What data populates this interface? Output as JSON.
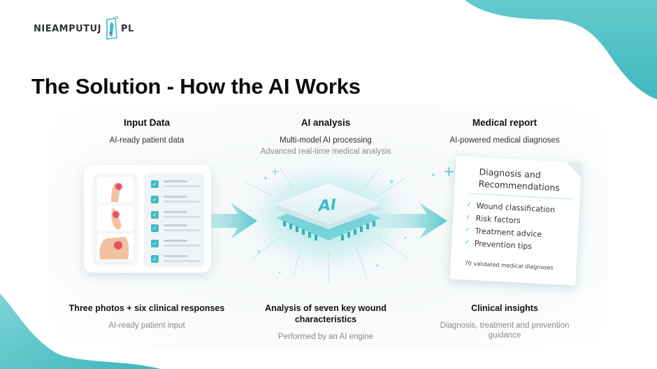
{
  "brand": {
    "logo_left": "NIEAMPUTUJ",
    "logo_right": "PL",
    "accent": "#3bbcc4",
    "blob_color": "#5ec8cc"
  },
  "page": {
    "title": "The Solution - How the AI Works"
  },
  "steps": [
    {
      "heading": "Input Data",
      "subtitle": "AI-ready patient data",
      "footer_heading": "Three photos + six clinical responses",
      "footer_sub": "AI-ready patient input"
    },
    {
      "heading": "AI analysis",
      "subtitle": "Multi-model AI processing",
      "subtitle2": "Advanced real-time medical analysis",
      "chip_label": "AI",
      "footer_heading": "Analysis of seven key wound characteristics",
      "footer_sub": "Performed by an AI engine"
    },
    {
      "heading": "Medical report",
      "subtitle": "AI-powered medical diagnoses",
      "footer_heading": "Clinical insights",
      "footer_sub": "Diagnosis, treatment and prevention guidance"
    }
  ],
  "report": {
    "title_line1": "Diagnosis and",
    "title_line2": "Recommendations",
    "items": [
      "Wound classification",
      "Risk factors",
      "Treatment advice",
      "Prevention tips"
    ],
    "footer": "70 validated medical diagnoses"
  },
  "input_card": {
    "photo_count": 3,
    "check_count": 6
  }
}
